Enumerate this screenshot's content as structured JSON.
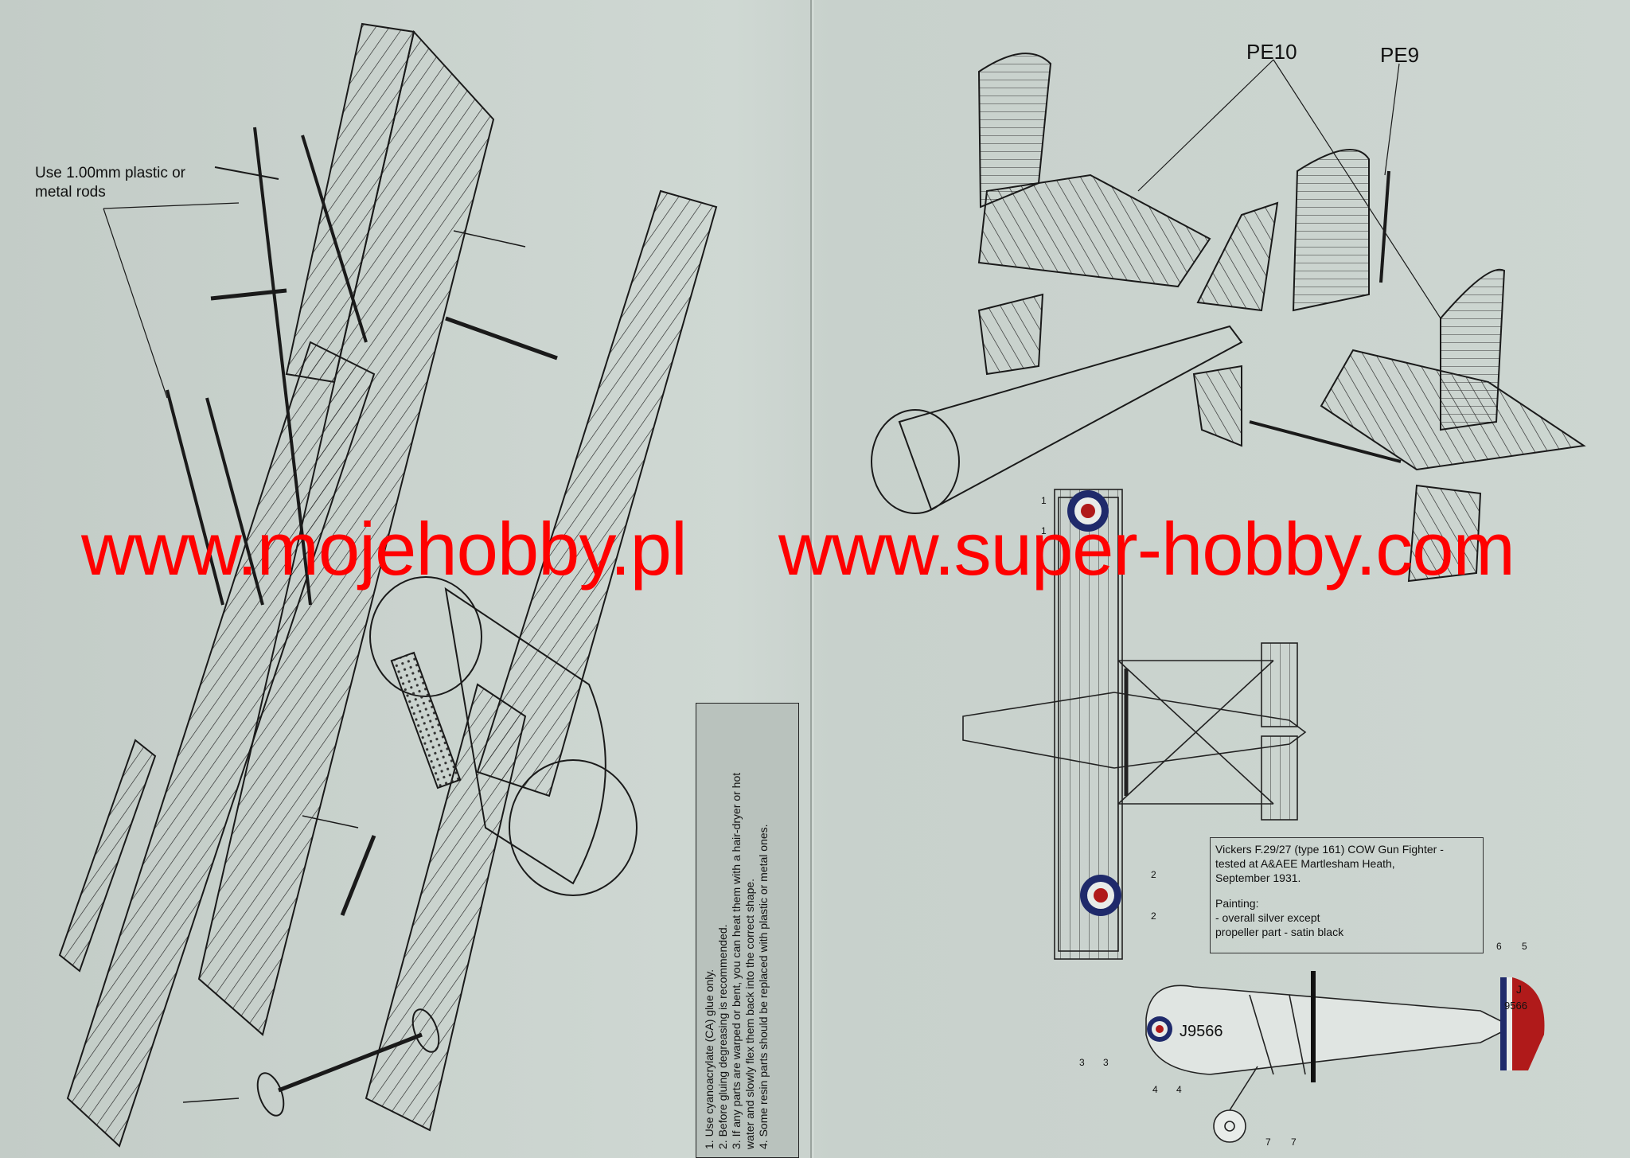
{
  "labels": {
    "rods_line1": "Use 1.00mm plastic or",
    "rods_line2": "metal rods",
    "pe10": "PE10",
    "pe9": "PE9"
  },
  "glue_notes": [
    "1. Use cyanoacrylate (CA) glue only.",
    "2. Before gluing degreasing is recommended.",
    "3. If any parts are warped or bent, you can heat them with a hair-dryer or hot",
    "    water and slowly flex them back into the correct shape.",
    "4. Some resin parts should be replaced with plastic or metal ones."
  ],
  "aircraft_note": {
    "line1": "Vickers F.29/27 (type 161) COW Gun Fighter -",
    "line2": "tested at A&AEE Martlesham Heath,",
    "line3": "September 1931.",
    "line4": "Painting:",
    "line5": "- overall silver except",
    "line6": "propeller part - satin black"
  },
  "serial_fuselage": "J9566",
  "serial_tail_top": "J",
  "serial_tail_bottom": "9566",
  "callouts": [
    "1",
    "1",
    "2",
    "2",
    "3",
    "3",
    "4",
    "4",
    "5",
    "6",
    "7",
    "7"
  ],
  "watermark": {
    "left": "www.mojehobby.pl",
    "right": "www.super-hobby.com",
    "color": "#ff0000"
  },
  "colors": {
    "roundel_blue": "#1f2a6b",
    "roundel_red": "#b01a1a",
    "paper": "#c9d2cd",
    "ink": "#111111"
  }
}
